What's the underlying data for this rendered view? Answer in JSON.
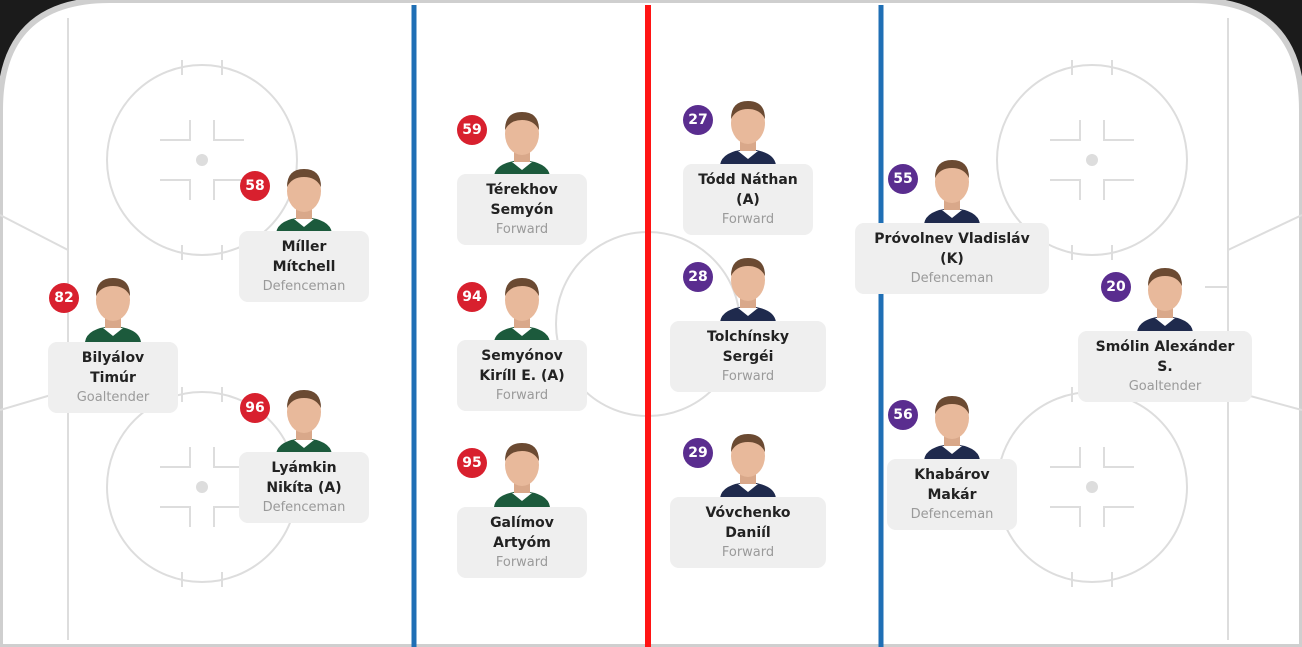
{
  "teams": {
    "home": {
      "badge_color": "#d8202e",
      "jersey_color": "#1c5a3c"
    },
    "away": {
      "badge_color": "#5a2d8f",
      "jersey_color": "#1f2a4d"
    }
  },
  "colors": {
    "rink": "#ffffff",
    "rink_markings": "#dddddd",
    "blue_line": "#1f6fb5",
    "red_line": "#ff1414"
  },
  "players": [
    {
      "id": "miller",
      "team": "home",
      "number": "58",
      "name": "Míller Mítchell",
      "position": "Defenceman"
    },
    {
      "id": "bilyalov",
      "team": "home",
      "number": "82",
      "name": "Bilyálov Timúr",
      "position": "Goaltender"
    },
    {
      "id": "lyamkin",
      "team": "home",
      "number": "96",
      "name": "Lyámkin Nikíta (A)",
      "position": "Defenceman"
    },
    {
      "id": "terekhov",
      "team": "home",
      "number": "59",
      "name": "Térekhov Semyón",
      "position": "Forward"
    },
    {
      "id": "semyonov",
      "team": "home",
      "number": "94",
      "name": "Semyónov Kiríll E. (A)",
      "position": "Forward"
    },
    {
      "id": "galimov",
      "team": "home",
      "number": "95",
      "name": "Galímov Artyóm",
      "position": "Forward"
    },
    {
      "id": "todd",
      "team": "away",
      "number": "27",
      "name": "Tódd Náthan (A)",
      "position": "Forward"
    },
    {
      "id": "tolchinsky",
      "team": "away",
      "number": "28",
      "name": "Tolchínsky Sergéi",
      "position": "Forward"
    },
    {
      "id": "vovchenko",
      "team": "away",
      "number": "29",
      "name": "Vóvchenko Daniíl",
      "position": "Forward"
    },
    {
      "id": "provolnev",
      "team": "away",
      "number": "55",
      "name": "Próvolnev Vladisláv (K)",
      "position": "Defenceman"
    },
    {
      "id": "khabarov",
      "team": "away",
      "number": "56",
      "name": "Khabárov Makár",
      "position": "Defenceman"
    },
    {
      "id": "smolin",
      "team": "away",
      "number": "20",
      "name": "Smólin Alexánder S.",
      "position": "Goaltender"
    }
  ]
}
